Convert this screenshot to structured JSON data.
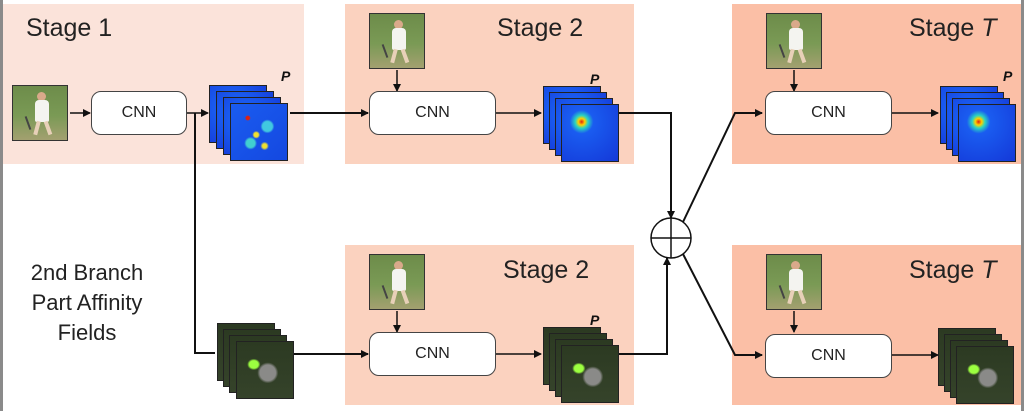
{
  "diagram": {
    "title": "Multi-stage two-branch CNN architecture",
    "stages": [
      {
        "id": "stage-1",
        "title": "Stage 1",
        "branch": "top",
        "block_label": "CNN",
        "output_label": "P",
        "output_type": "confidence maps"
      },
      {
        "id": "stage-2-top",
        "title": "Stage 2",
        "branch": "top",
        "block_label": "CNN",
        "output_label": "P",
        "output_type": "confidence maps"
      },
      {
        "id": "stage-t-top",
        "title_prefix": "Stage ",
        "title_var": "T",
        "branch": "top",
        "block_label": "CNN",
        "output_label": "P",
        "output_type": "confidence maps"
      },
      {
        "id": "stage-2-bottom",
        "title": "Stage 2",
        "branch": "bottom",
        "block_label": "CNN",
        "output_label": "P",
        "output_type": "part affinity fields"
      },
      {
        "id": "stage-t-bottom",
        "title_prefix": "Stage ",
        "title_var": "T",
        "branch": "bottom",
        "block_label": "CNN",
        "output_label": "",
        "output_type": "part affinity fields"
      }
    ],
    "branch_label": [
      "2nd Branch",
      "Part Affinity",
      "Fields"
    ],
    "combine_operator": "⊕",
    "colors": {
      "stage_1_bg": "#fbe3da",
      "stage_2_bg": "#fbd2bf",
      "stage_t_bg": "#fbbfa6",
      "wire": "#111111"
    }
  }
}
